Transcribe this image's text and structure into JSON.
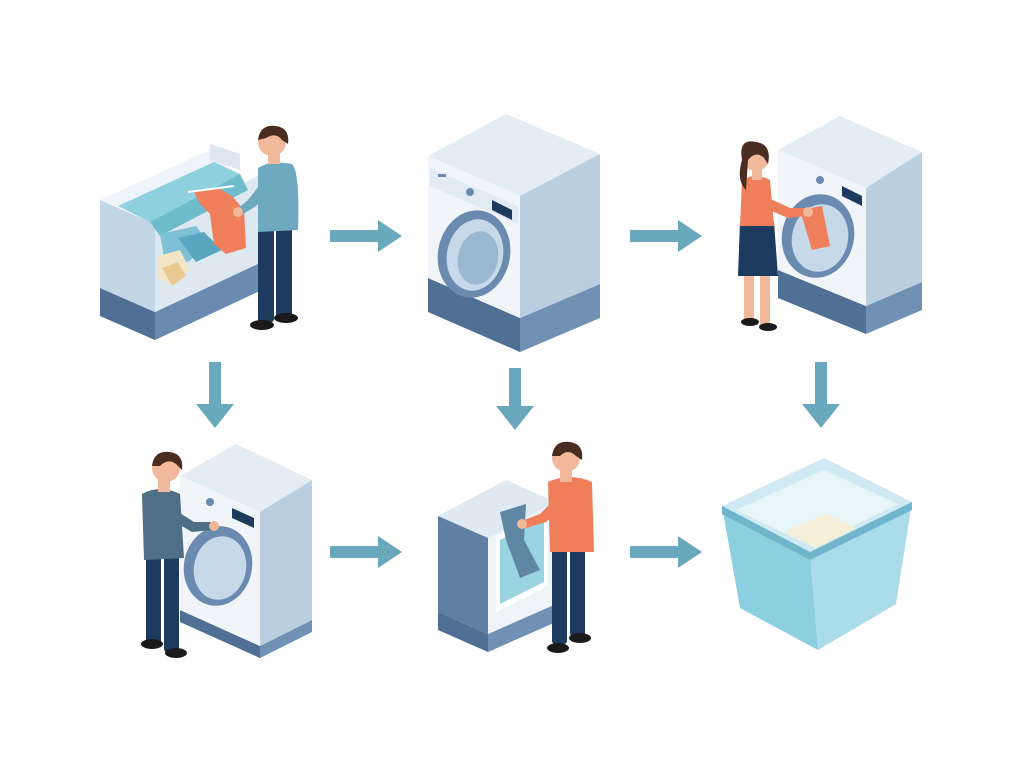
{
  "diagram": {
    "kind": "laundry-process-flow",
    "steps": [
      {
        "id": "sort-clothes",
        "icon": "sorting-tub-person-icon"
      },
      {
        "id": "washing-machine",
        "icon": "washing-machine-icon"
      },
      {
        "id": "load-machine",
        "icon": "woman-loading-washer-icon"
      },
      {
        "id": "unload-machine",
        "icon": "man-unloading-washer-icon"
      },
      {
        "id": "dryer",
        "icon": "man-at-dryer-icon"
      },
      {
        "id": "laundry-basket",
        "icon": "laundry-basket-icon"
      }
    ],
    "arrows": [
      {
        "from": "sort-clothes",
        "to": "washing-machine",
        "direction": "right"
      },
      {
        "from": "washing-machine",
        "to": "load-machine",
        "direction": "right"
      },
      {
        "from": "sort-clothes",
        "to": "unload-machine",
        "direction": "down"
      },
      {
        "from": "washing-machine",
        "to": "dryer",
        "direction": "down"
      },
      {
        "from": "load-machine",
        "to": "laundry-basket",
        "direction": "down"
      },
      {
        "from": "unload-machine",
        "to": "dryer",
        "direction": "right"
      },
      {
        "from": "dryer",
        "to": "laundry-basket",
        "direction": "right"
      }
    ],
    "colors": {
      "arrow": "#6aa8bd",
      "machine_top": "#dfe9f1",
      "machine_front": "#eef3f8",
      "machine_side": "#b9cfe0",
      "machine_base": "#5f7fa3",
      "water": "#8fd0de",
      "shirt_orange": "#ef7f5a",
      "shirt_blue": "#6b8fa6",
      "pants_navy": "#1d3a5f",
      "skin": "#f2b89a",
      "hair": "#4a2c20"
    }
  }
}
